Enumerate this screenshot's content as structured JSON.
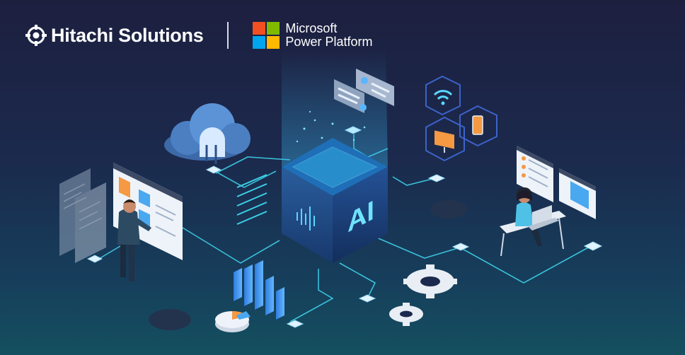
{
  "brand": {
    "company": "Hitachi Solutions",
    "partner_line1": "Microsoft",
    "partner_line2": "Power Platform"
  },
  "cube": {
    "label": "AI"
  },
  "icons": [
    "hitachi-logo-icon",
    "microsoft-logo-icon",
    "cloud-icon",
    "wifi-icon",
    "monitor-icon",
    "phone-icon",
    "chat-bubble-icon",
    "gear-icon",
    "bar-chart-icon",
    "pie-chart-icon",
    "person-icon",
    "headset-agent-icon",
    "laptop-icon",
    "document-panel-icon"
  ],
  "colors": {
    "background_top": "#1d1f3f",
    "background_bottom": "#14505f",
    "circuit_line": "#3ed0e8",
    "cube": "#1f4d8c",
    "ms_red": "#f25022",
    "ms_green": "#7fba00",
    "ms_blue": "#00a4ef",
    "ms_yellow": "#ffb900"
  }
}
